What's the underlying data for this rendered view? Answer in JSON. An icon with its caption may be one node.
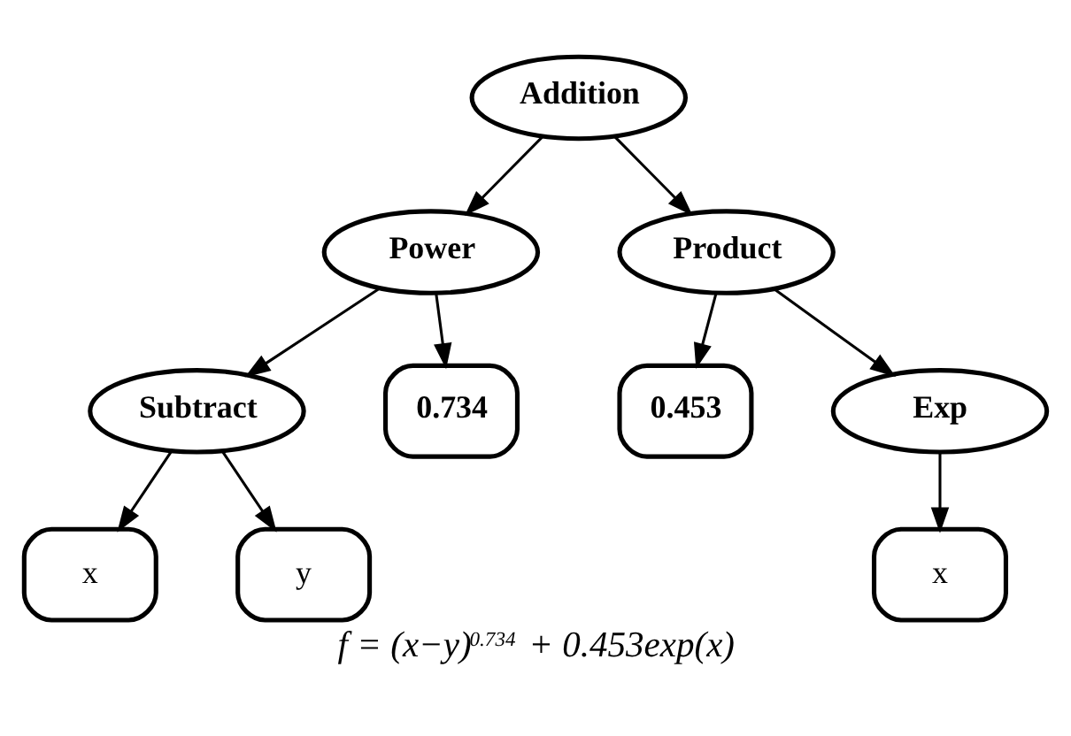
{
  "diagram": {
    "caption": "f = (x−y)$^{0.734}$ + 0.453exp(x)",
    "nodes": [
      {
        "text": [
          "Addition"
        ]
      },
      {
        "text": [
          "Power"
        ]
      },
      {
        "text": [
          "Product"
        ]
      },
      {
        "text": [
          "Subtract"
        ]
      },
      {
        "text": [
          "0.734"
        ]
      },
      {
        "text": [
          "0.453"
        ]
      },
      {
        "text": [
          "Exp"
        ]
      },
      {
        "text": [
          "x"
        ]
      },
      {
        "text": [
          "y"
        ]
      },
      {
        "text": [
          "x"
        ]
      }
    ],
    "edges": [
      {
        "from": 0,
        "to": 1,
        "arrow": "to"
      },
      {
        "from": 0,
        "to": 2,
        "arrow": "to"
      },
      {
        "from": 1,
        "to": 3,
        "arrow": "to"
      },
      {
        "from": 1,
        "to": 4,
        "arrow": "to"
      },
      {
        "from": 2,
        "to": 5,
        "arrow": "to"
      },
      {
        "from": 2,
        "to": 6,
        "arrow": "to"
      },
      {
        "from": 3,
        "to": 7,
        "arrow": "to"
      },
      {
        "from": 3,
        "to": 8,
        "arrow": "to"
      },
      {
        "from": 6,
        "to": 9,
        "arrow": "to"
      }
    ]
  }
}
